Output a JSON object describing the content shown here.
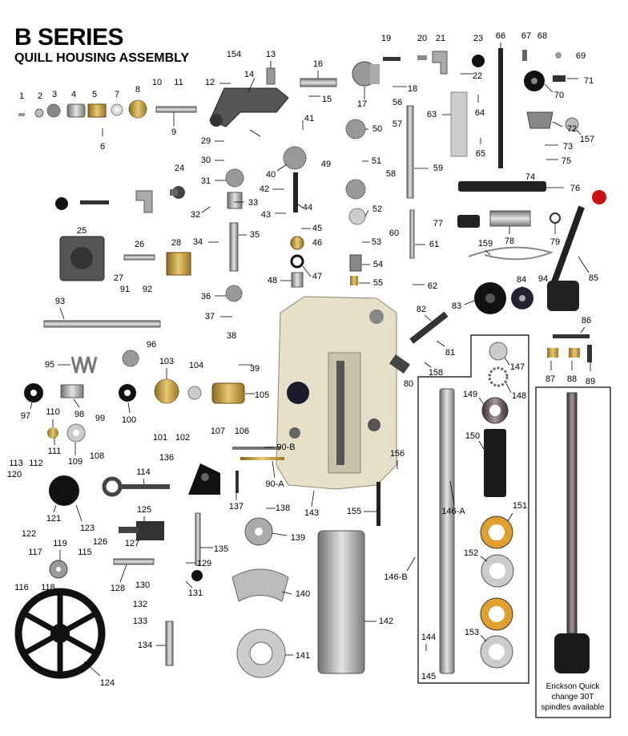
{
  "header": {
    "title": "B SERIES",
    "subtitle": "QUILL HOUSING ASSEMBLY"
  },
  "caption": {
    "line1": "Erickson Quick",
    "line2": "change 30T",
    "line3": "spindles available"
  },
  "colors": {
    "steel": "#a9a9a9",
    "brass": "#c8a040",
    "dark": "#222222",
    "housing": "#e6e0c8",
    "bearing_gold": "#e0a030",
    "knob_red": "#cc1111"
  },
  "part_labels": [
    "1",
    "2",
    "3",
    "4",
    "5",
    "6",
    "7",
    "8",
    "9",
    "10",
    "11",
    "12",
    "13",
    "14",
    "15",
    "16",
    "17",
    "18",
    "19",
    "20",
    "21",
    "22",
    "23",
    "24",
    "25",
    "26",
    "27",
    "28",
    "29",
    "30",
    "31",
    "32",
    "33",
    "34",
    "35",
    "36",
    "37",
    "38",
    "39",
    "40",
    "41",
    "42",
    "43",
    "44",
    "45",
    "46",
    "47",
    "48",
    "49",
    "50",
    "51",
    "52",
    "53",
    "54",
    "55",
    "56",
    "57",
    "58",
    "59",
    "60",
    "61",
    "62",
    "63",
    "64",
    "65",
    "66",
    "67",
    "68",
    "69",
    "70",
    "71",
    "72",
    "73",
    "74",
    "75",
    "76",
    "77",
    "78",
    "79",
    "80",
    "81",
    "82",
    "83",
    "84",
    "85",
    "86",
    "87",
    "88",
    "89",
    "90-A",
    "90-B",
    "91",
    "92",
    "93",
    "94",
    "95",
    "96",
    "97",
    "98",
    "99",
    "100",
    "101",
    "102",
    "103",
    "104",
    "105",
    "106",
    "107",
    "108",
    "109",
    "110",
    "111",
    "112",
    "113",
    "114",
    "115",
    "116",
    "117",
    "118",
    "119",
    "120",
    "121",
    "122",
    "123",
    "124",
    "125",
    "126",
    "127",
    "128",
    "129",
    "130",
    "131",
    "132",
    "133",
    "134",
    "135",
    "136",
    "137",
    "138",
    "139",
    "140",
    "141",
    "142",
    "143",
    "144",
    "145",
    "146-A",
    "146-B",
    "147",
    "148",
    "149",
    "150",
    "151",
    "152",
    "153",
    "154",
    "155",
    "156",
    "157",
    "158",
    "159"
  ]
}
